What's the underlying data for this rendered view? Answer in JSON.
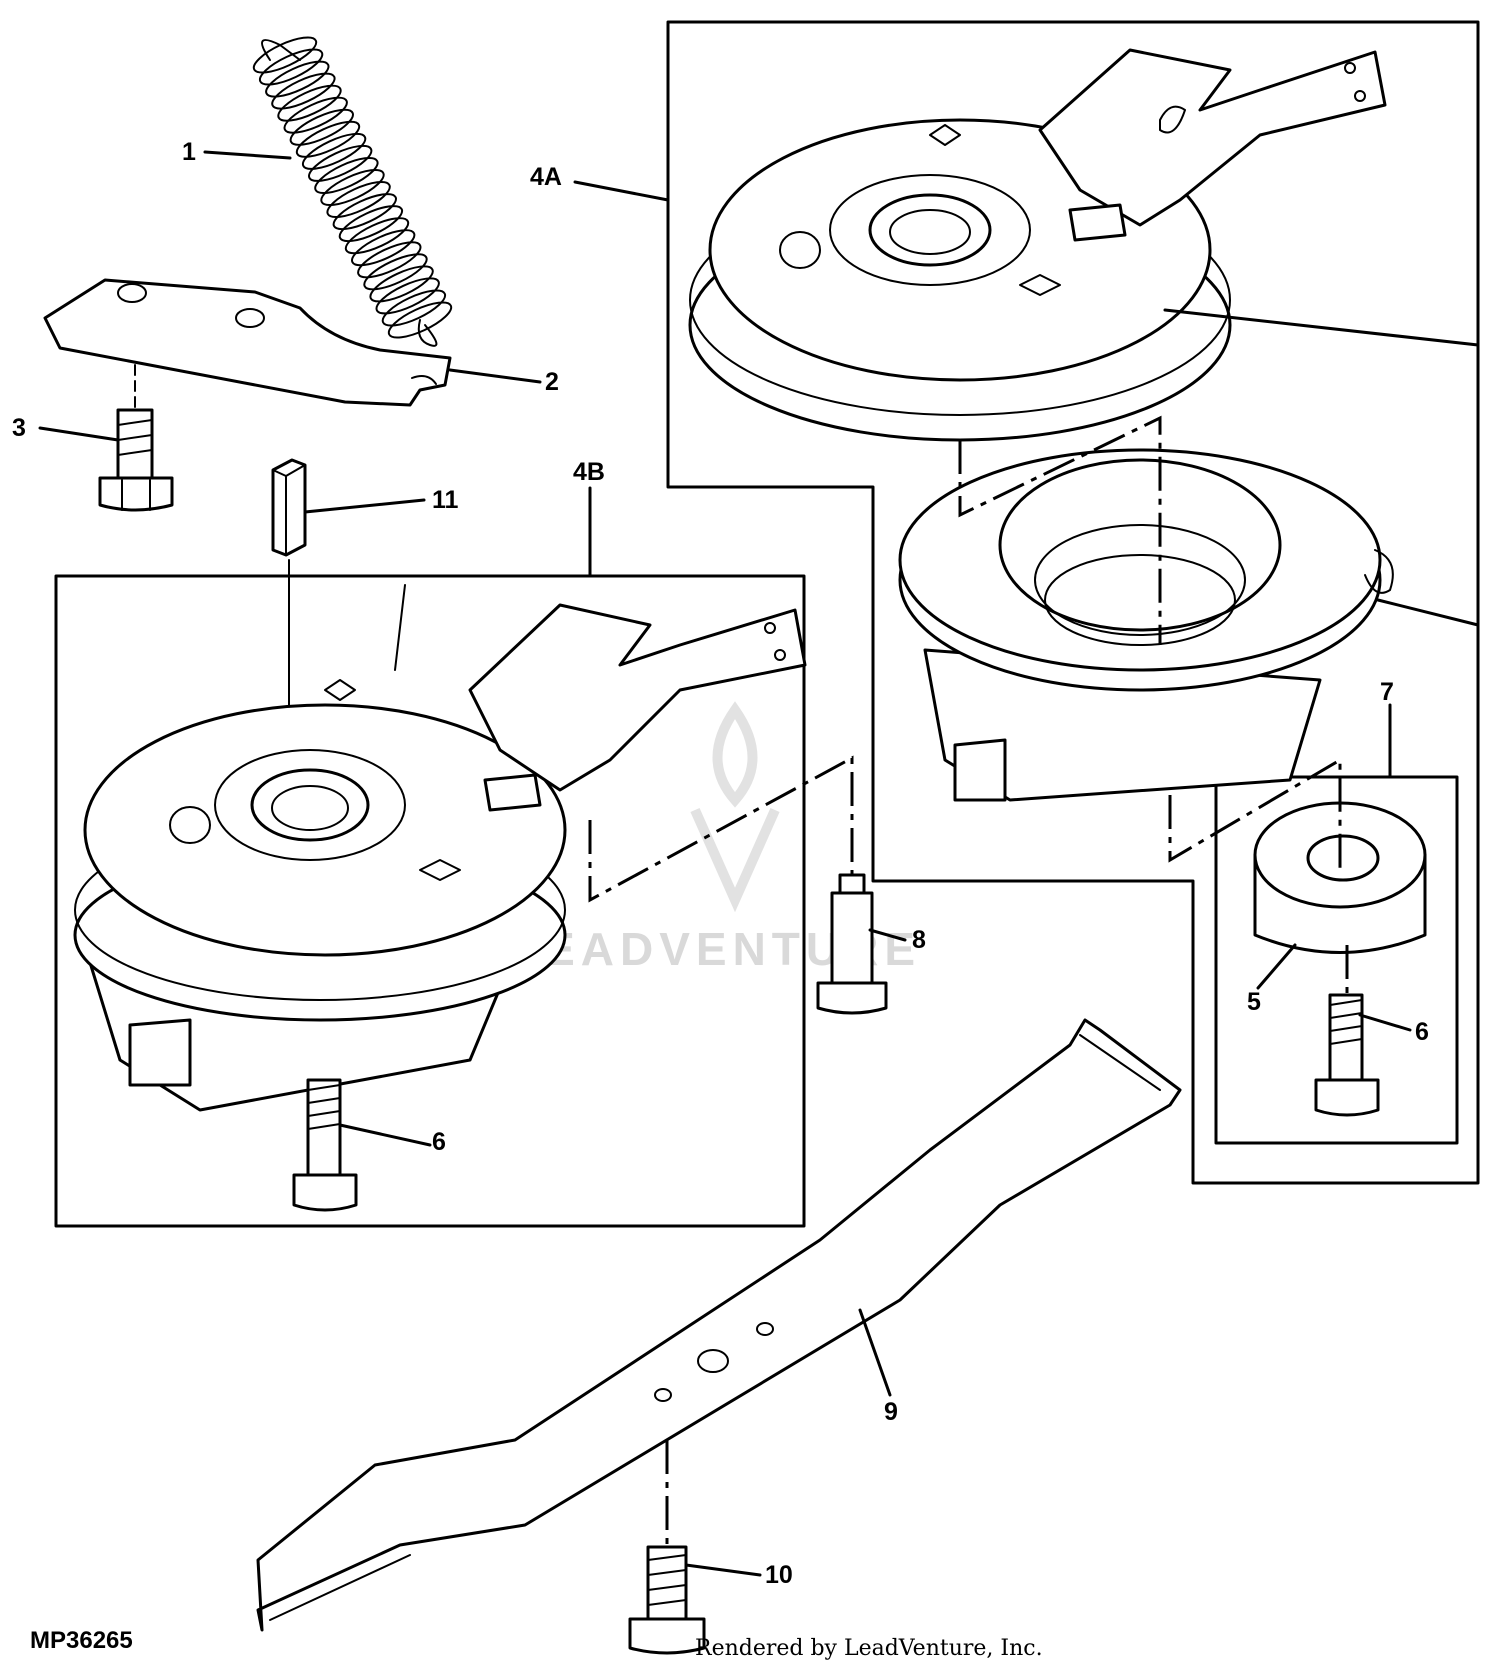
{
  "figure_id": "MP36265",
  "credit": "Rendered by LeadVenture, Inc.",
  "watermark": "LEADVENTURE",
  "callouts": {
    "c1": "1",
    "c2": "2",
    "c3": "3",
    "c4a": "4A",
    "c4b": "4B",
    "c5": "5",
    "c6a": "6",
    "c6b": "6",
    "c7": "7",
    "c8": "8",
    "c9": "9",
    "c10": "10",
    "c11": "11"
  },
  "colors": {
    "line": "#000000",
    "background": "#ffffff",
    "watermark": "#d9d9d9"
  }
}
